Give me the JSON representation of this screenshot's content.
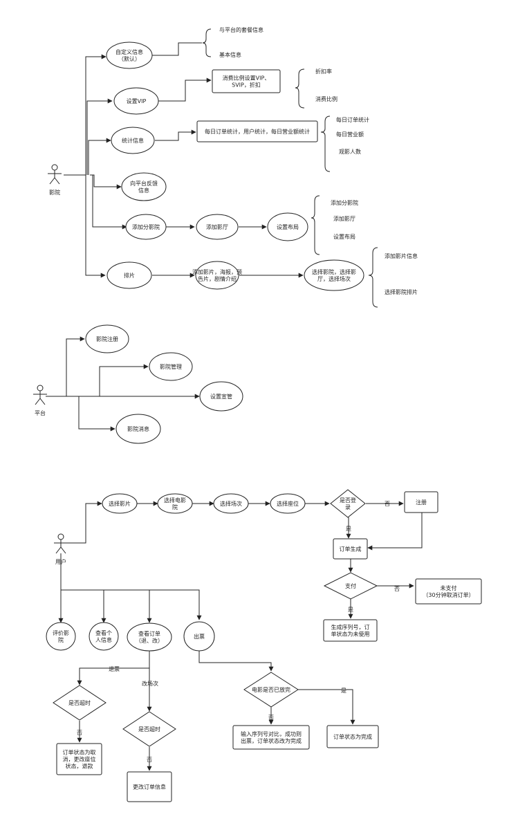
{
  "colors": {
    "stroke": "#222222",
    "fill": "#ffffff"
  },
  "actors": [
    {
      "id": "cinema",
      "label": "影院"
    },
    {
      "id": "platform",
      "label": "平台"
    },
    {
      "id": "user",
      "label": "用户"
    }
  ],
  "nodes": [
    {
      "id": "c_custom",
      "lines": [
        "自定义信息",
        "（默认）"
      ]
    },
    {
      "id": "c_vip",
      "lines": [
        "设置VIP"
      ]
    },
    {
      "id": "c_stats",
      "lines": [
        "统计信息"
      ]
    },
    {
      "id": "c_feedback",
      "lines": [
        "向平台反馈",
        "信息"
      ]
    },
    {
      "id": "c_addbranch",
      "lines": [
        "添加分影院"
      ]
    },
    {
      "id": "c_addhall",
      "lines": [
        "添加影厅"
      ]
    },
    {
      "id": "c_layout",
      "lines": [
        "设置布局"
      ]
    },
    {
      "id": "c_schedule",
      "lines": [
        "排片"
      ]
    },
    {
      "id": "c_vipbox",
      "lines": [
        "消费比例设置VIP、",
        "SVIP，折扣"
      ]
    },
    {
      "id": "c_statsbox",
      "lines": [
        "每日订单统计，用户统计，每日营业额统计"
      ]
    },
    {
      "id": "c_addfilm",
      "lines": [
        "添加影片，海报，预",
        "告片，剧情介绍"
      ]
    },
    {
      "id": "c_choose",
      "lines": [
        "选择影院，选择影",
        "厅，选择场次"
      ]
    },
    {
      "id": "p_register",
      "lines": [
        "影院注册"
      ]
    },
    {
      "id": "p_manage",
      "lines": [
        "影院管理"
      ]
    },
    {
      "id": "p_admin",
      "lines": [
        "设置宣管"
      ]
    },
    {
      "id": "p_msg",
      "lines": [
        "影院消息"
      ]
    },
    {
      "id": "u_film",
      "lines": [
        "选择影片"
      ]
    },
    {
      "id": "u_cinema",
      "lines": [
        "选择电影",
        "院"
      ]
    },
    {
      "id": "u_session",
      "lines": [
        "选择场次"
      ]
    },
    {
      "id": "u_seat",
      "lines": [
        "选择座位"
      ]
    },
    {
      "id": "u_login",
      "lines": [
        "是否登",
        "录"
      ]
    },
    {
      "id": "u_reg",
      "lines": [
        "注册"
      ]
    },
    {
      "id": "u_order",
      "lines": [
        "订单生成"
      ]
    },
    {
      "id": "u_pay",
      "lines": [
        "支付"
      ]
    },
    {
      "id": "u_unpaid",
      "lines": [
        "未支付",
        "（30分钟取消订单）"
      ]
    },
    {
      "id": "u_serial",
      "lines": [
        "生成序列号，订",
        "单状态为未使用"
      ]
    },
    {
      "id": "u_review",
      "lines": [
        "评价影",
        "院"
      ]
    },
    {
      "id": "u_info",
      "lines": [
        "查看个",
        "人信息"
      ]
    },
    {
      "id": "u_vieworder",
      "lines": [
        "查看订单",
        "（退、改）"
      ]
    },
    {
      "id": "u_ticket",
      "lines": [
        "出票"
      ]
    },
    {
      "id": "u_timeout",
      "lines": [
        "是否超时"
      ]
    },
    {
      "id": "u_timeout2",
      "lines": [
        "是否超时"
      ]
    },
    {
      "id": "u_cancel",
      "lines": [
        "订单状态为取",
        "消，更改座位",
        "状态，退款"
      ]
    },
    {
      "id": "u_change",
      "lines": [
        "更改订单信息"
      ]
    },
    {
      "id": "u_shown",
      "lines": [
        "电影是否已放完"
      ]
    },
    {
      "id": "u_serialcmp",
      "lines": [
        "输入序列号对比，成功则",
        "出票，订单状态改为完成"
      ]
    },
    {
      "id": "u_done",
      "lines": [
        "订单状态为完成"
      ]
    }
  ],
  "notes": [
    {
      "id": "n1",
      "label": "与平台的套餐信息"
    },
    {
      "id": "n2",
      "label": "基本信息"
    },
    {
      "id": "n3",
      "label": "折扣率"
    },
    {
      "id": "n4",
      "label": "消费比例"
    },
    {
      "id": "n5",
      "label": "每日订单统计"
    },
    {
      "id": "n6",
      "label": "每日营业额"
    },
    {
      "id": "n7",
      "label": "观影人数"
    },
    {
      "id": "n8",
      "label": "添加分影院"
    },
    {
      "id": "n9",
      "label": "添加影厅"
    },
    {
      "id": "n10",
      "label": "设置布局"
    },
    {
      "id": "n11",
      "label": "添加影片信息"
    },
    {
      "id": "n12",
      "label": "选择影院排片"
    }
  ],
  "edge_labels": [
    {
      "id": "l_no1",
      "label": "否"
    },
    {
      "id": "l_yes1",
      "label": "是"
    },
    {
      "id": "l_no2",
      "label": "否"
    },
    {
      "id": "l_yes2",
      "label": "是"
    },
    {
      "id": "l_refund",
      "label": "退票"
    },
    {
      "id": "l_resched",
      "label": "改场次"
    },
    {
      "id": "l_no3",
      "label": "否"
    },
    {
      "id": "l_no4",
      "label": "否"
    },
    {
      "id": "l_no5",
      "label": "否"
    },
    {
      "id": "l_yes3",
      "label": "是"
    }
  ]
}
